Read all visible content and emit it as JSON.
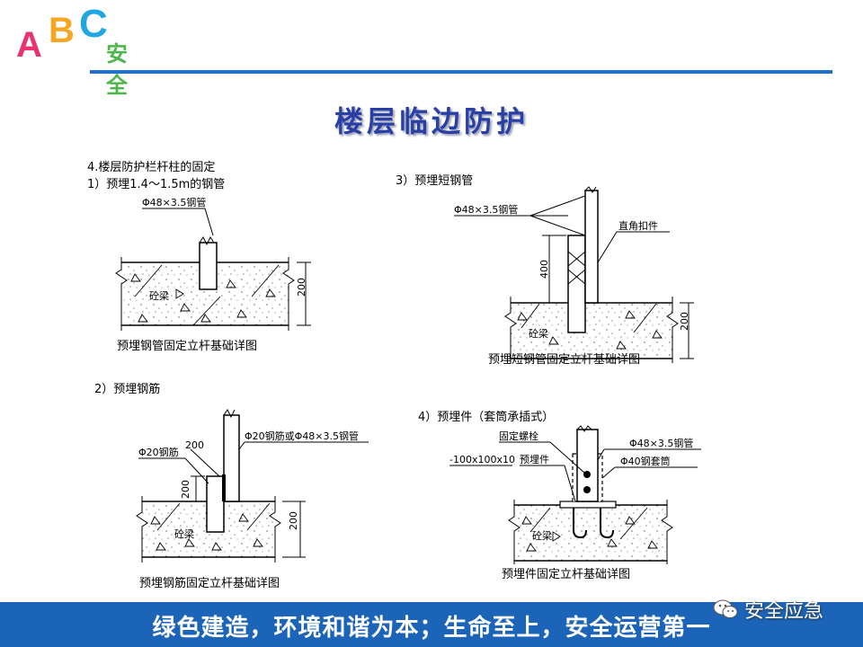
{
  "logo": {
    "a": "A",
    "b": "B",
    "c": "C",
    "text": "安全"
  },
  "title": "楼层临边防护",
  "section_heading": "4.楼层防护栏杆柱的固定",
  "diagrams": {
    "d1": {
      "heading": "1）预埋1.4～1.5m的钢管",
      "pipe_label": "Φ48×3.5钢管",
      "beam_label": "砼梁",
      "dim": "200",
      "caption": "预埋钢管固定立杆基础详图"
    },
    "d2": {
      "heading": "2）预埋钢筋",
      "rebar_label": "Φ20钢筋",
      "pipe_label": "Φ20钢筋或Φ48×3.5钢管",
      "dim_upper": "200",
      "dim_lower": "200",
      "dim_side": "200",
      "beam_label": "砼梁",
      "caption": "预埋钢筋固定立杆基础详图"
    },
    "d3": {
      "heading": "3）预埋短钢管",
      "pipe_label": "Φ48×3.5钢管",
      "clamp_label": "直角扣件",
      "dim_400": "400",
      "dim_200": "200",
      "beam_label": "砼梁",
      "caption": "预埋短钢管固定立杆基础详图"
    },
    "d4": {
      "heading": "4）预埋件（套筒承插式）",
      "bolt_label": "固定螺栓",
      "plate_label": "-100x100x10",
      "embed_label": "预埋件",
      "pipe_label": "Φ48×3.5钢管",
      "sleeve_label": "Φ40钢套筒",
      "beam_label": "砼梁",
      "caption": "预埋件固定立杆基础详图"
    }
  },
  "footer": {
    "slogan": "绿色建造，环境和谐为本；生命至上，安全运营第一"
  },
  "watermark": {
    "text": "安全应急",
    "icon": "wechat-icon"
  },
  "colors": {
    "accent": "#1e73c8",
    "footer_bg": "#1b64b8",
    "title": "#2a3fa4"
  }
}
